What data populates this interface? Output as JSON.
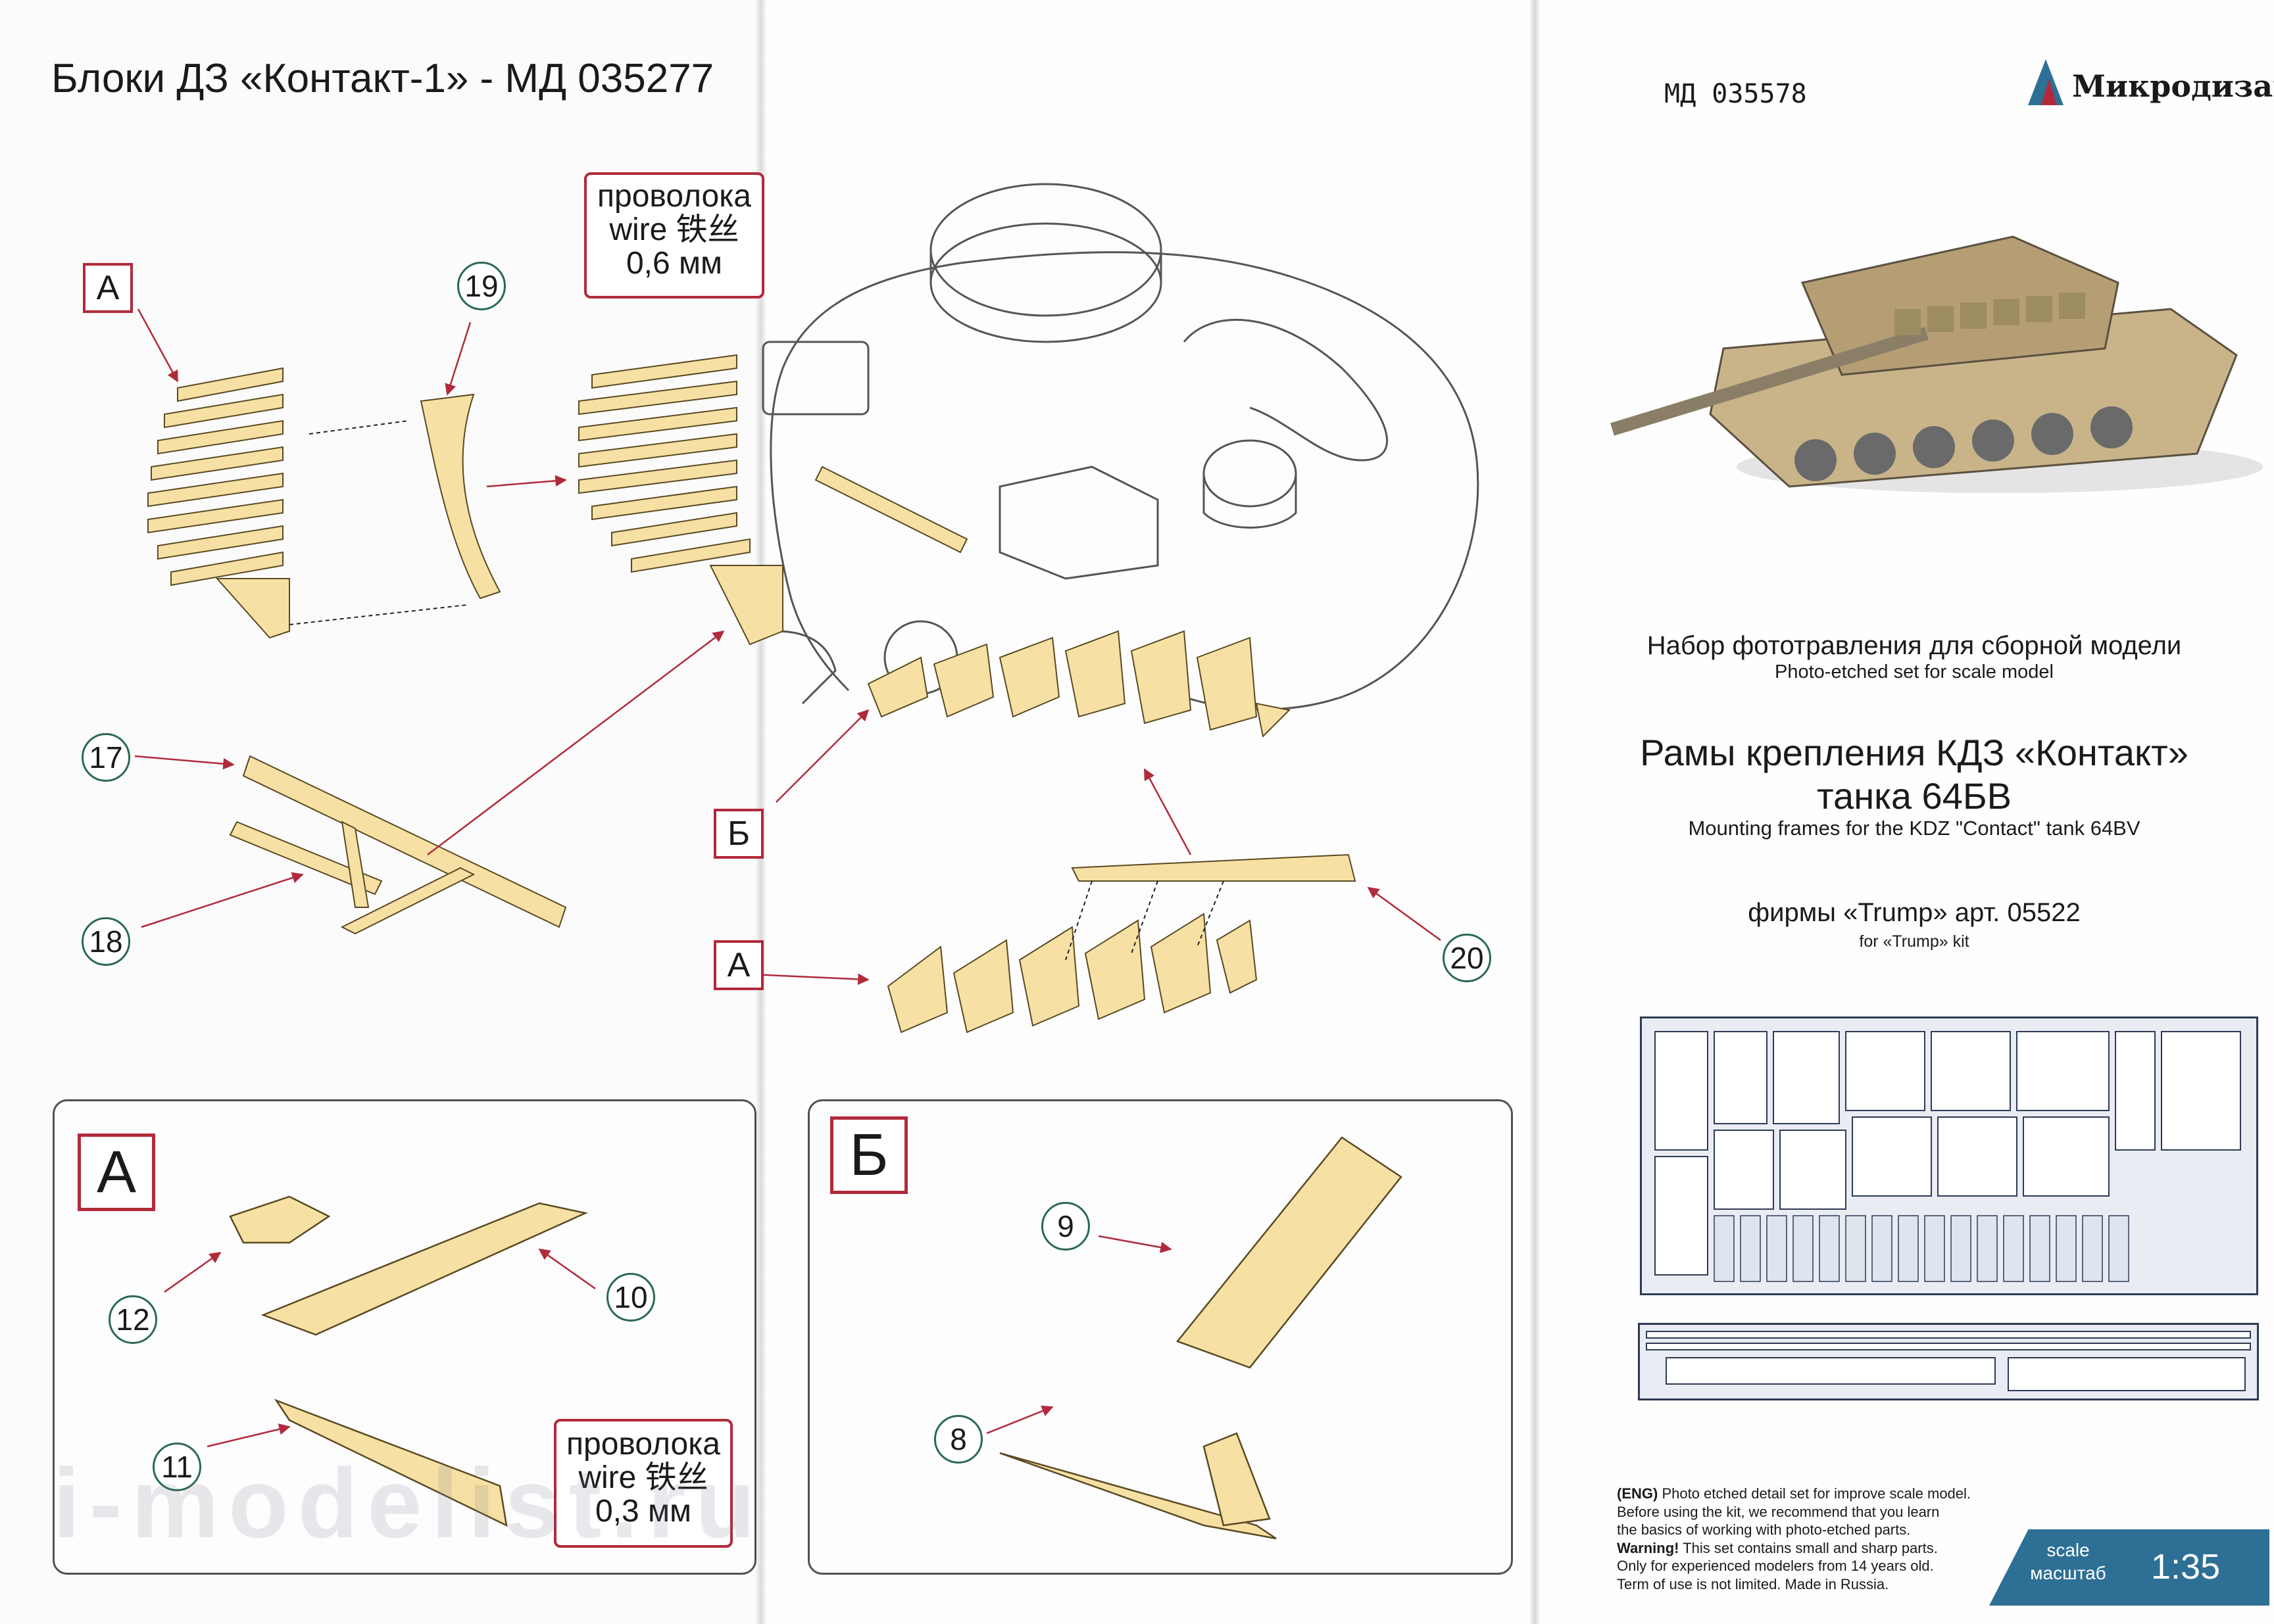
{
  "left_page": {
    "title": "Блоки ДЗ «Контакт-1» - МД 035277",
    "wire_callout_top": {
      "line1": "проволока",
      "line2": "wire 铁丝",
      "line3": "0,6 мм"
    },
    "wire_callout_bottom": {
      "line1": "проволока",
      "line2": "wire 铁丝",
      "line3": "0,3 мм"
    },
    "detail_a_letter": "А",
    "detail_b_letter": "Б",
    "part_numbers": {
      "p19": "19",
      "p17": "17",
      "p18": "18",
      "p20": "20",
      "p12": "12",
      "p10": "10",
      "p11": "11",
      "p9": "9",
      "p8": "8"
    },
    "letters": {
      "a1": "А",
      "b_mid": "Б",
      "a_mid": "А"
    }
  },
  "right_page": {
    "product_code": "МД 035578",
    "brand": "Микродизайн",
    "subtitle_ru": "Набор фототравления для сборной модели",
    "subtitle_en": "Photo-etched set for scale model",
    "title_ru_1": "Рамы крепления КДЗ «Контакт»",
    "title_ru_2": "танка 64БВ",
    "title_en": "Mounting frames for the KDZ \"Contact\" tank 64BV",
    "kit_ru": "фирмы «Trump» арт. 05522",
    "kit_en": "for «Trump» kit",
    "notes": {
      "eng_tag": "(ENG)",
      "line1": " Photo etched detail set for improve scale model.",
      "line2": "Before using the kit, we recommend that you learn",
      "line3": "the basics of working with photo-etched parts.",
      "warn_tag": "Warning!",
      "line4": " This set contains small and sharp parts.",
      "line5": "Only for experienced modelers from 14 years old.",
      "line6": "Term of use is not limited. Made in Russia."
    },
    "scale_en": "scale",
    "scale_ru": "масштаб",
    "scale_value": "1:35"
  },
  "watermark": "i-modelist.ru",
  "colors": {
    "etch": "#f6e0a4",
    "etch_stroke": "#5a4a22",
    "accent_red": "#b12a3b",
    "circle_green": "#2a6a4f",
    "scale_blue": "#2e6f96"
  }
}
